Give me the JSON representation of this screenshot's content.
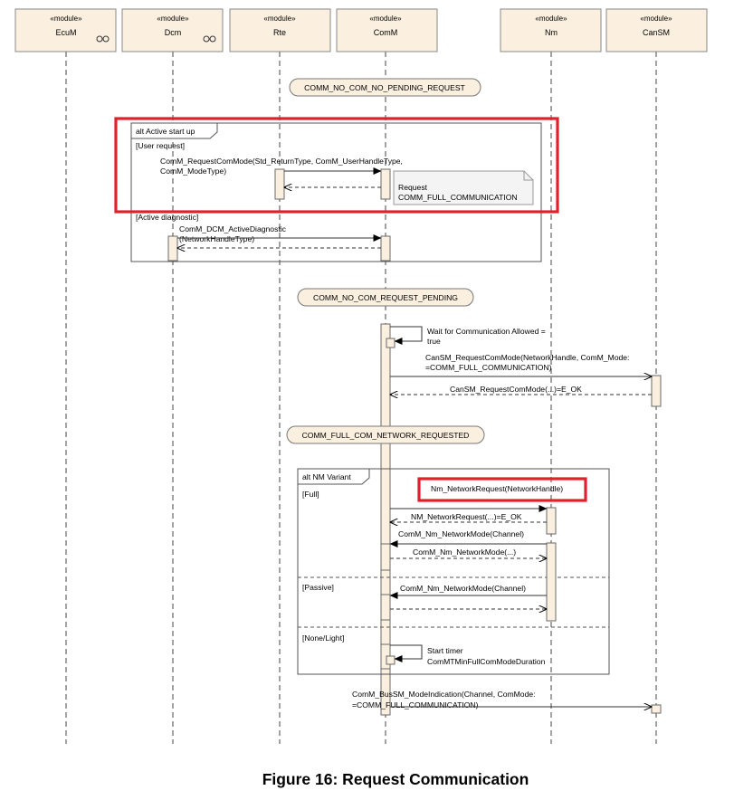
{
  "modules": [
    {
      "stereotype": "«module»",
      "name": "EcuM"
    },
    {
      "stereotype": "«module»",
      "name": "Dcm"
    },
    {
      "stereotype": "«module»",
      "name": "Rte"
    },
    {
      "stereotype": "«module»",
      "name": "ComM"
    },
    {
      "stereotype": "«module»",
      "name": "Nm"
    },
    {
      "stereotype": "«module»",
      "name": "CanSM"
    }
  ],
  "states": {
    "s1": "COMM_NO_COM_NO_PENDING_REQUEST",
    "s2": "COMM_NO_COM_REQUEST_PENDING",
    "s3": "COMM_FULL_COM_NETWORK_REQUESTED"
  },
  "alt1": {
    "title": "alt Active start up",
    "guard1": "[User request]",
    "guard2": "[Active diagnostic]",
    "msg1_line1": "ComM_RequestComMode(Std_ReturnType, ComM_UserHandleType,",
    "msg1_line2": "ComM_ModeType)",
    "note_line1": "Request",
    "note_line2": "COMM_FULL_COMMUNICATION",
    "msg2_line1": "ComM_DCM_ActiveDiagnostic",
    "msg2_line2": "(NetworkHandleType)"
  },
  "pending": {
    "self_line1": "Wait for Communication Allowed =",
    "self_line2": "true",
    "req_line1": "CanSM_RequestComMode(NetworkHandle, ComM_Mode:",
    "req_line2": "=COMM_FULL_COMMUNICATION)",
    "ret": "CanSM_RequestComMode(...)=E_OK"
  },
  "alt2": {
    "title": "alt NM Variant",
    "guard_full": "[Full]",
    "guard_passive": "[Passive]",
    "guard_none": "[None/Light]",
    "nm_req": "Nm_NetworkRequest(NetworkHandle)",
    "nm_req_ret": "NM_NetworkRequest(...)=E_OK",
    "nm_mode_full": "ComM_Nm_NetworkMode(Channel)",
    "nm_mode_full_ret": "ComM_Nm_NetworkMode(...)",
    "nm_mode_passive": "ComM_Nm_NetworkMode(Channel)",
    "timer_line1": "Start timer",
    "timer_line2": "ComMTMinFullComModeDuration"
  },
  "final": {
    "line1": "ComM_BusSM_ModeIndication(Channel, ComMode:",
    "line2": "=COMM_FULL_COMMUNICATION)"
  },
  "caption": "Figure 16: Request Communication",
  "colors": {
    "highlight": "#e0202a",
    "fill": "#fbf0df"
  }
}
